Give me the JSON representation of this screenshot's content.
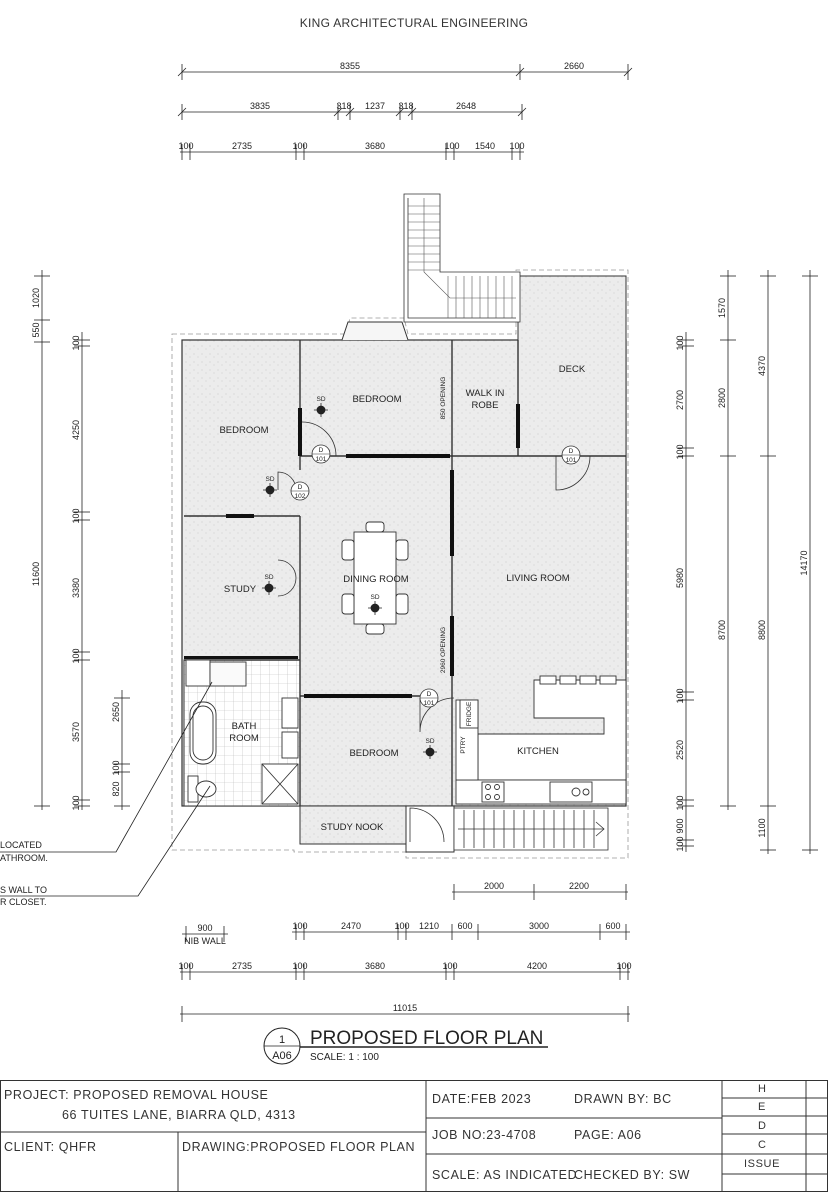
{
  "firm": "KING ARCHITECTURAL ENGINEERING",
  "dims_top": {
    "row1": [
      "8355",
      "2660"
    ],
    "row2": [
      "3835",
      "318",
      "1237",
      "318",
      "2648"
    ],
    "row3": [
      "100",
      "2735",
      "100",
      "3680",
      "100",
      "1540",
      "100"
    ]
  },
  "dims_left": {
    "outer": [
      "1020",
      "550",
      "11600"
    ],
    "inner": [
      "100",
      "4250",
      "100",
      "3380",
      "100",
      "3570",
      "100"
    ],
    "small": [
      "2650",
      "100",
      "820"
    ]
  },
  "dims_right": {
    "a": [
      "100",
      "2700",
      "100",
      "5980",
      "100",
      "2520",
      "100",
      "900",
      "100"
    ],
    "b": [
      "1570",
      "2800",
      "8700",
      "1100"
    ],
    "c": [
      "4370",
      "8800"
    ],
    "d": [
      "14170"
    ]
  },
  "dims_bottom": {
    "deck": [
      "2000",
      "2200"
    ],
    "nib": "900",
    "nib_label": "NIB WALL",
    "row1": [
      "100",
      "2470",
      "100",
      "1210",
      "600",
      "3000",
      "600"
    ],
    "row2": [
      "100",
      "2735",
      "100",
      "3680",
      "100",
      "4200",
      "100"
    ],
    "row3": [
      "11015"
    ]
  },
  "rooms": {
    "bedroom1": "BEDROOM",
    "bedroom2": "BEDROOM",
    "walkin_line1": "WALK IN",
    "walkin_line2": "ROBE",
    "deck": "DECK",
    "study": "STUDY",
    "dining": "DINING ROOM",
    "living": "LIVING ROOM",
    "bath_line1": "BATH",
    "bath_line2": "ROOM",
    "bedroom3": "BEDROOM",
    "kitchen": "KITCHEN",
    "study_nook": "STUDY NOOK",
    "fridge": "FRIDGE",
    "pantry": "PTRY",
    "opening850": "850 OPENING",
    "opening2960": "2960 OPENING",
    "sd": "SD",
    "door_letter": "D",
    "door101": "101",
    "door102": "102"
  },
  "notes": {
    "note1_line1": "LOCATED",
    "note1_line2": "ATHROOM.",
    "note2_line1": "S WALL TO",
    "note2_line2": "R CLOSET."
  },
  "drawing_title": {
    "number": "1",
    "sheet": "A06",
    "title": "PROPOSED FLOOR PLAN",
    "scale": "SCALE: 1 : 100"
  },
  "title_block": {
    "project_line1": "PROJECT: PROPOSED REMOVAL HOUSE",
    "project_line2": "66 TUITES LANE, BIARRA QLD, 4313",
    "client": "CLIENT: QHFR",
    "drawing": "DRAWING:PROPOSED FLOOR PLAN",
    "date": "DATE:FEB 2023",
    "drawn_by": "DRAWN BY:   BC",
    "job_no": "JOB NO:23-4708",
    "page": "PAGE:   A06",
    "scale": "SCALE: AS INDICATED",
    "checked_by": "CHECKED BY:  SW",
    "issues": [
      "H",
      "E",
      "D",
      "C"
    ],
    "issue_label": "ISSUE"
  }
}
